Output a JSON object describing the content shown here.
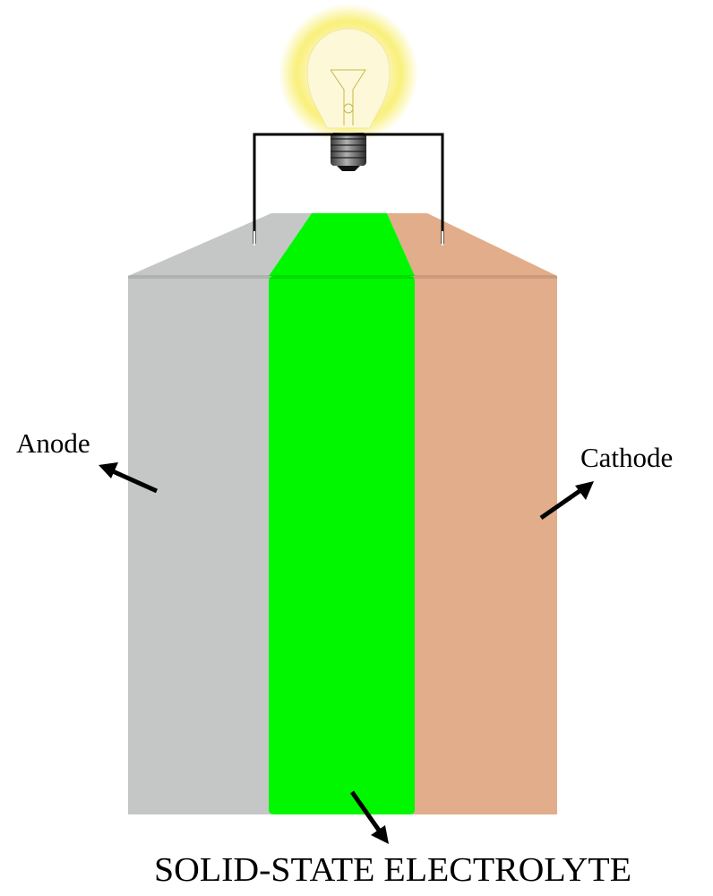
{
  "labels": {
    "anode": "Anode",
    "cathode": "Cathode",
    "electrolyte": "SOLID-STATE ELECTROLYTE"
  },
  "colors": {
    "anode": "#c5c7c6",
    "electrolyte": "#00f700",
    "cathode": "#e2ad8a",
    "wire": "#000000",
    "bulb_glow": "#f7ec5a"
  },
  "icons": {
    "bulb": "light-bulb-icon"
  }
}
